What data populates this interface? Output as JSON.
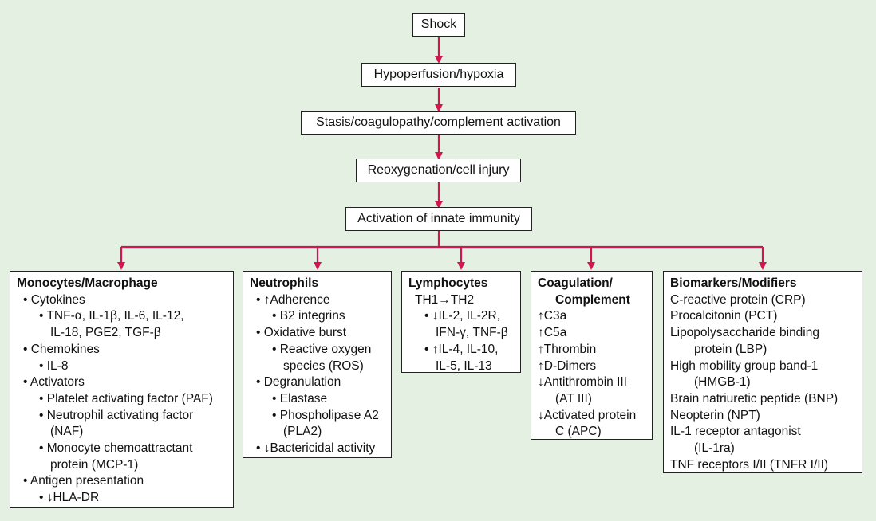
{
  "diagram": {
    "accent_color": "#d3164f",
    "chain": [
      "Shock",
      "Hypoperfusion/hypoxia",
      "Stasis/coagulopathy/complement activation",
      "Reoxygenation/cell injury",
      "Activation of innate immunity"
    ],
    "monocytes": {
      "title": "Monocytes/Macrophage",
      "b_cytokines": "• Cytokines",
      "cyto1": "• TNF-α, IL-1β, IL-6, IL-12,",
      "cyto2": "IL-18, PGE2, TGF-β",
      "b_chemokines": "• Chemokines",
      "chemo1": "• IL-8",
      "b_activators": "• Activators",
      "act1": "• Platelet activating factor (PAF)",
      "act2a": "• Neutrophil activating factor",
      "act2b": "(NAF)",
      "act3a": "• Monocyte chemoattractant",
      "act3b": "protein (MCP-1)",
      "b_antigen": "• Antigen presentation",
      "ant1": "• ↓HLA-DR"
    },
    "neutrophils": {
      "title": "Neutrophils",
      "b_adherence": "• ↑Adherence",
      "adh1": "• B2 integrins",
      "b_oxidative": "• Oxidative burst",
      "ox1a": "• Reactive oxygen",
      "ox1b": "species (ROS)",
      "b_degran": "• Degranulation",
      "deg1": "• Elastase",
      "deg2a": "• Phospholipase A2",
      "deg2b": "(PLA2)",
      "b_bactericidal": "• ↓Bactericidal activity"
    },
    "lymphocytes": {
      "title": "Lymphocytes",
      "th_line": "TH1→TH2",
      "l1a": "• ↓IL-2, IL-2R,",
      "l1b": "IFN-γ, TNF-β",
      "l2a": "• ↑IL-4, IL-10,",
      "l2b": "IL-5, IL-13"
    },
    "coagulation": {
      "title1": "Coagulation/",
      "title2": "Complement",
      "c1": "↑C3a",
      "c2": "↑C5a",
      "c3": "↑Thrombin",
      "c4": "↑D-Dimers",
      "c5a": "↓Antithrombin III",
      "c5b": "(AT III)",
      "c6a": "↓Activated protein",
      "c6b": "C (APC)"
    },
    "biomarkers": {
      "title": "Biomarkers/Modifiers",
      "m1": "C-reactive protein (CRP)",
      "m2": "Procalcitonin (PCT)",
      "m3a": "Lipopolysaccharide binding",
      "m3b": "protein (LBP)",
      "m4a": "High mobility group band-1",
      "m4b": "(HMGB-1)",
      "m5": "Brain natriuretic peptide (BNP)",
      "m6": "Neopterin (NPT)",
      "m7a": "IL-1 receptor antagonist",
      "m7b": "(IL-1ra)",
      "m8": "TNF receptors I/II (TNFR I/II)"
    }
  }
}
